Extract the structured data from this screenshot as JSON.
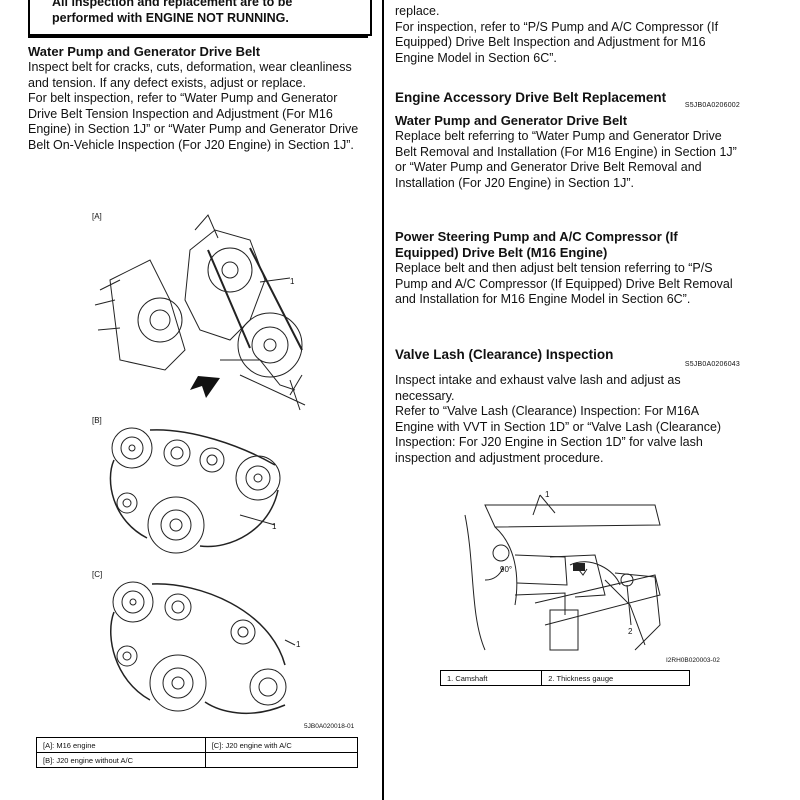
{
  "left": {
    "warning": "All inspection and replacement are to be performed with ENGINE NOT RUNNING.",
    "section_title": "Water Pump and Generator Drive Belt",
    "para1": "Inspect belt for cracks, cuts, deformation, wear cleanliness and tension. If any defect exists, adjust or replace.",
    "para2": "For belt inspection, refer to “Water Pump and Generator Drive Belt Tension Inspection and Adjustment (For M16 Engine) in Section 1J” or “Water Pump and Generator Drive Belt On-Vehicle Inspection (For J20 Engine) in Section 1J”.",
    "fig_labels": {
      "a": "[A]",
      "b": "[B]",
      "c": "[C]"
    },
    "callouts": {
      "a": "1",
      "b": "1",
      "c": "1"
    },
    "figure_code": "5JB0A020018-01",
    "legend": [
      [
        "[A]:   M16 engine",
        "[C]:   J20 engine with A/C"
      ],
      [
        "[B]:   J20 engine without A/C",
        ""
      ]
    ]
  },
  "right": {
    "top_line": "replace.",
    "para_ps": "For inspection, refer to “P/S Pump and A/C Compressor (If Equipped) Drive Belt Inspection and Adjustment for M16 Engine Model in Section 6C”.",
    "section2_title": "Engine Accessory Drive Belt Replacement",
    "section2_code": "S5JB0A0206002",
    "sub1_title": "Water Pump and Generator Drive Belt",
    "sub1_text": "Replace belt referring to “Water Pump and Generator Drive Belt Removal and Installation (For M16 Engine) in Section 1J” or “Water Pump and Generator Drive Belt Removal and Installation (For J20 Engine) in Section 1J”.",
    "sub2_title": "Power Steering Pump and A/C Compressor (If Equipped) Drive Belt (M16 Engine)",
    "sub2_text": "Replace belt and then adjust belt tension referring to “P/S Pump and A/C Compressor (If Equipped) Drive Belt Removal and Installation for M16 Engine Model in Section 6C”.",
    "section3_title": "Valve Lash (Clearance) Inspection",
    "section3_code": "S5JB0A0206043",
    "sec3_p1": "Inspect intake and exhaust valve lash and adjust as necessary.",
    "sec3_p2": "Refer to “Valve Lash (Clearance) Inspection: For M16A Engine with VVT in Section 1D” or “Valve Lash (Clearance) Inspection: For J20 Engine in Section 1D” for valve lash inspection and adjustment procedure.",
    "fig_angle": "90°",
    "fig_callout1": "1",
    "fig_callout2": "2",
    "figure_code": "I2RH0B020003-02",
    "legend": [
      "1.   Camshaft",
      "2.   Thickness gauge"
    ]
  }
}
